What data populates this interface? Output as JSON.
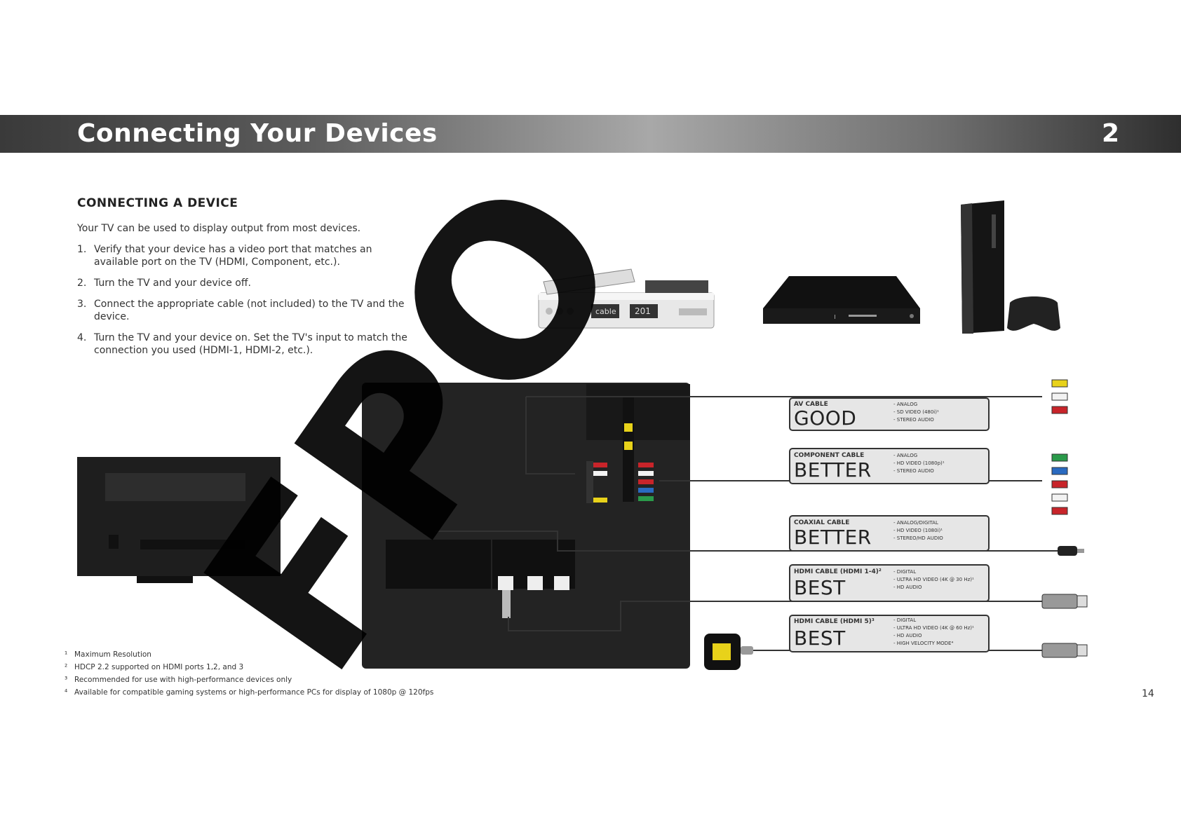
{
  "header": {
    "title": "Connecting Your Devices",
    "chapter_number": "2"
  },
  "section_title": "CONNECTING A DEVICE",
  "intro": "Your TV can be used to display output from most devices.",
  "steps": [
    {
      "n": "1.",
      "text": "Verify that your device has a video port that matches an available port on the TV (HDMI, Component, etc.)."
    },
    {
      "n": "2.",
      "text": "Turn the TV and your device off."
    },
    {
      "n": "3.",
      "text": "Connect the appropriate cable (not included) to the TV and the device."
    },
    {
      "n": "4.",
      "text": "Turn the TV and your device on. Set the TV's input to match the connection you used (HDMI-1, HDMI-2, etc.)."
    }
  ],
  "watermark": "FPO",
  "cards": [
    {
      "label": "AV CABLE",
      "rating": "GOOD",
      "features": [
        "- ANALOG",
        "- SD VIDEO (480i)¹",
        "- STEREO AUDIO"
      ]
    },
    {
      "label": "COMPONENT CABLE",
      "rating": "BETTER",
      "features": [
        "- ANALOG",
        "- HD VIDEO (1080p)¹",
        "- STEREO AUDIO"
      ]
    },
    {
      "label": "COAXIAL CABLE",
      "rating": "BETTER",
      "features": [
        "- ANALOG/DIGITAL",
        "- HD VIDEO (1080i)¹",
        "- STEREO/HD AUDIO"
      ]
    },
    {
      "label": "HDMI CABLE (HDMI 1-4)²",
      "rating": "BEST",
      "features": [
        "- DIGITAL",
        "- ULTRA HD VIDEO (4K @ 30 Hz)¹",
        "- HD AUDIO"
      ]
    },
    {
      "label": "HDMI CABLE (HDMI 5)³",
      "rating": "BEST",
      "features": [
        "- DIGITAL",
        "- ULTRA HD VIDEO (4K @ 60 Hz)¹",
        "- HD AUDIO",
        "- HIGH VELOCITY MODE⁴"
      ]
    }
  ],
  "device_labels": {
    "cable_box_brand": "cable",
    "cable_box_display": "201"
  },
  "footnotes": [
    {
      "mark": "¹",
      "text": "Maximum Resolution"
    },
    {
      "mark": "²",
      "text": "HDCP 2.2 supported on HDMI ports 1,2, and 3"
    },
    {
      "mark": "³",
      "text": "Recommended for use with high-performance devices only"
    },
    {
      "mark": "⁴",
      "text": "Available for compatible gaming systems or high-performance PCs for display of 1080p @ 120fps"
    }
  ],
  "page_number": "14",
  "colors": {
    "rca_yellow": "#e8d21a",
    "rca_white": "#f2f2f2",
    "rca_red": "#c8242a",
    "rca_green": "#2a9a4a",
    "rca_blue": "#2a6ac0",
    "card_bg": "#e6e6e6",
    "panel_bg": "#232323"
  }
}
